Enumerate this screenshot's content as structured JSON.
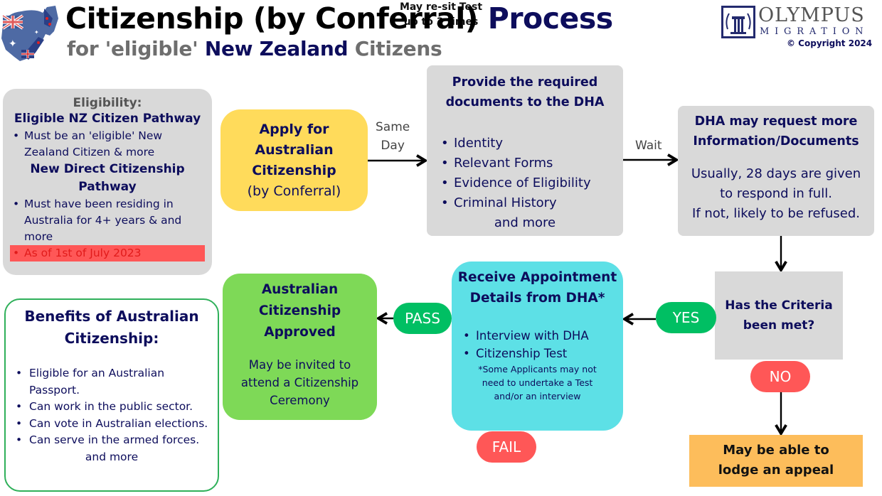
{
  "header": {
    "title_main": "Citizenship (by Conferral)",
    "title_accent": "Process",
    "subtitle_prefix": "for 'eligible'",
    "subtitle_accent": "New Zealand",
    "subtitle_suffix": "Citizens",
    "flag_icon": "australia-new-zealand-flag-map"
  },
  "logo": {
    "emblem_icon": "greek-column-laurel-icon",
    "word": "OLYMPUS",
    "sub": "MIGRATION",
    "copyright": "© Copyright 2024"
  },
  "eligibility": {
    "heading": "Eligibility:",
    "pathway1_title": "Eligible NZ Citizen Pathway",
    "pathway1_items": [
      "Must be an 'eligible' New Zealand Citizen & more"
    ],
    "pathway2_title": "New Direct Citizenship Pathway",
    "pathway2_items": [
      "Must have been residing in Australia for 4+ years & and more"
    ],
    "note": "As of 1st of July 2023"
  },
  "apply": {
    "title": "Apply for Australian Citizenship",
    "subtitle": "(by Conferral)"
  },
  "arrow_labels": {
    "same_day_line1": "Same",
    "same_day_line2": "Day",
    "wait": "Wait"
  },
  "documents": {
    "title": "Provide the required documents to the DHA",
    "items": [
      "Identity",
      "Relevant Forms",
      "Evidence of Eligibility",
      "Criminal History"
    ],
    "more": "and more"
  },
  "dha_request": {
    "title": "DHA may request more Information/Documents",
    "body_line1": "Usually, 28 days are given",
    "body_line2": "to respond in full.",
    "body_line3": "If not, likely to be refused."
  },
  "criteria": {
    "question": "Has the Criteria been met?"
  },
  "decisions": {
    "yes": "YES",
    "no": "NO",
    "pass": "PASS",
    "fail": "FAIL"
  },
  "appeal": {
    "text": "May be able to lodge an appeal"
  },
  "appointment": {
    "title": "Receive Appointment Details from DHA*",
    "items": [
      "Interview with DHA",
      "Citizenship Test"
    ],
    "note": "*Some Applicants may not need to undertake a Test and/or an interview"
  },
  "resit": {
    "line1": "May re-sit Test",
    "line2": "up to 3 times"
  },
  "approved": {
    "title": "Australian Citizenship Approved",
    "body": "May be invited to attend a Citizenship Ceremony"
  },
  "benefits": {
    "title": "Benefits of Australian Citizenship:",
    "items": [
      "Eligible for an Australian Passport.",
      "Can work in the public sector.",
      "Can vote in Australian elections.",
      "Can serve in the armed forces."
    ],
    "more": "and more"
  },
  "colors": {
    "navy": "#0d0d5c",
    "gray_box": "#d9d9d9",
    "yellow": "#ffdb5b",
    "cyan": "#5de0e6",
    "green_box": "#7ed957",
    "green_pill": "#00bf63",
    "red_pill": "#ff5757",
    "orange": "#fdbd5b",
    "red_text": "#e11b1b"
  }
}
